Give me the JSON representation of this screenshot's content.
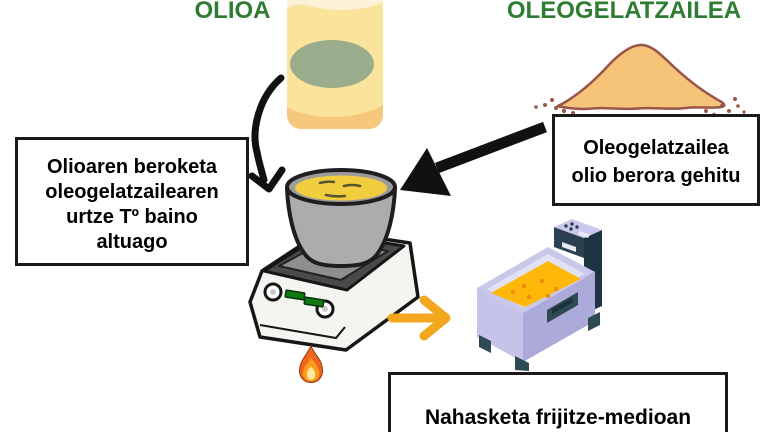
{
  "diagram": {
    "oil_label": "OLIOA",
    "oleogelator_label": "OLEOGELATZAILEA",
    "heating_note": {
      "lines": [
        "Olioaren beroketa",
        "oleogelatzailearen",
        "urtze Tº baino",
        "altuago"
      ]
    },
    "adding_note": {
      "lines": [
        "Oleogelatzailea",
        "olio berora gehitu"
      ]
    },
    "frying_note": "Nahasketa frijitze-medioan",
    "colors": {
      "label_green": "#2E7D32",
      "box_border": "#1A1A1A",
      "process_arrow_black": "#111111",
      "transfer_arrow_yellow": "#F2A71E",
      "oil_bottle_yellow": "#FAE39B",
      "bottle_label_green": "#9AAD8C",
      "powder_tan": "#F5C478",
      "powder_outline": "#9B544A",
      "pot_gray": "#ACACAC",
      "hot_oil_yellow": "#F1CE3E",
      "stirrer_body_white": "#F4F4F0",
      "stirrer_display_green": "#117A11",
      "fryer_lavender": "#C5C3E9",
      "fryer_oil_orange": "#FFB70A",
      "fryer_panel_teal": "#2B4050",
      "flame_orange": "#F3641D"
    },
    "icons": {
      "flame-icon": "🔥",
      "pour-arrow-icon": "↓",
      "add-arrow-icon": "↙",
      "transfer-arrow-icon": "→"
    }
  }
}
